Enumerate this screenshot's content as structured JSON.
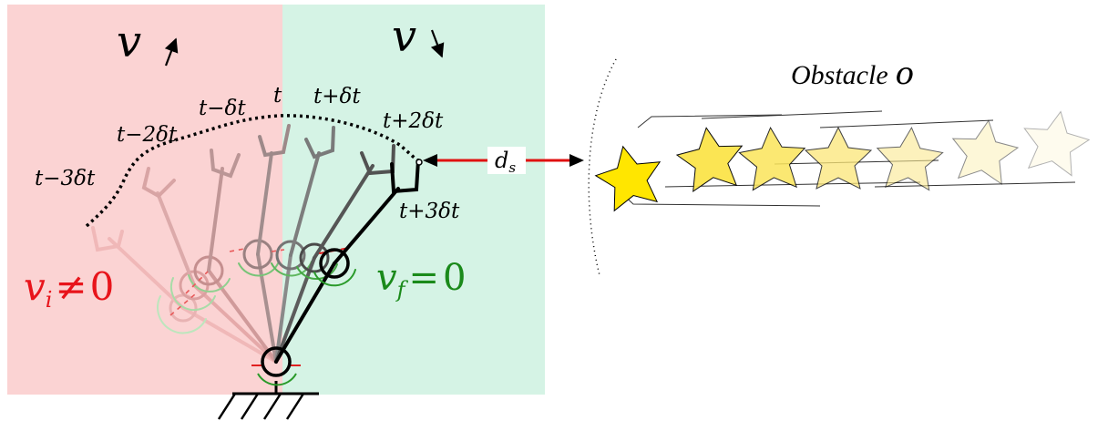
{
  "regions": {
    "left": {
      "label": "v",
      "arrow": "up-arrow",
      "color": "#fbd3d3"
    },
    "right": {
      "label": "v",
      "arrow": "down-arrow",
      "color": "#d5f3e5"
    }
  },
  "time_labels": [
    "t−3δt",
    "t−2δt",
    "t−δt",
    "t",
    "t+δt",
    "t+2δt",
    "t+3δt"
  ],
  "velocity_labels": {
    "initial": {
      "base": "v",
      "sub": "i",
      "rel": "≠",
      "rhs": "0",
      "color": "#e8141b"
    },
    "final": {
      "base": "v",
      "sub": "f",
      "rel": "=",
      "rhs": "0",
      "color": "#1a8a1a"
    }
  },
  "distance_label": {
    "base": "d",
    "sub": "s"
  },
  "obstacle": {
    "label": "Obstacle",
    "symbol": "o",
    "star_color": "#ffe600"
  },
  "colors": {
    "arrow": "#e01010",
    "robot": "#000000"
  }
}
